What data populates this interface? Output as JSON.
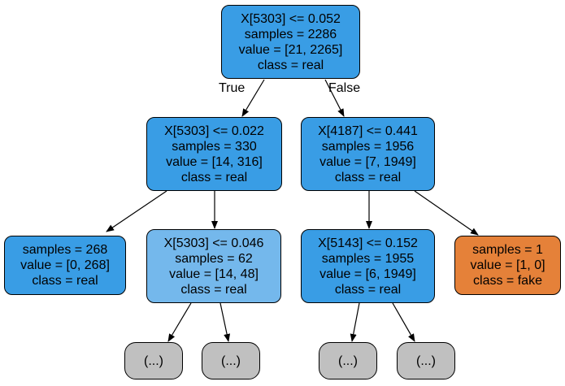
{
  "colors": {
    "real_strong": "#399de5",
    "real_light": "#74b8ec",
    "fake": "#e58139",
    "truncated": "#c0c0c0",
    "edge": "#000000"
  },
  "edge_labels": {
    "true_label": "True",
    "false_label": "False"
  },
  "nodes": {
    "root": {
      "lines": [
        "X[5303] <= 0.052",
        "samples = 2286",
        "value = [21, 2265]",
        "class = real"
      ]
    },
    "n1": {
      "lines": [
        "X[5303] <= 0.022",
        "samples = 330",
        "value = [14, 316]",
        "class = real"
      ]
    },
    "n2": {
      "lines": [
        "X[4187] <= 0.441",
        "samples = 1956",
        "value = [7, 1949]",
        "class = real"
      ]
    },
    "n3": {
      "lines": [
        "samples = 268",
        "value = [0, 268]",
        "class = real"
      ]
    },
    "n4": {
      "lines": [
        "X[5303] <= 0.046",
        "samples = 62",
        "value = [14, 48]",
        "class = real"
      ]
    },
    "n5": {
      "lines": [
        "X[5143] <= 0.152",
        "samples = 1955",
        "value = [6, 1949]",
        "class = real"
      ]
    },
    "n6": {
      "lines": [
        "samples = 1",
        "value = [1, 0]",
        "class = fake"
      ]
    },
    "t1": {
      "lines": [
        "(...)"
      ]
    },
    "t2": {
      "lines": [
        "(...)"
      ]
    },
    "t3": {
      "lines": [
        "(...)"
      ]
    },
    "t4": {
      "lines": [
        "(...)"
      ]
    }
  }
}
